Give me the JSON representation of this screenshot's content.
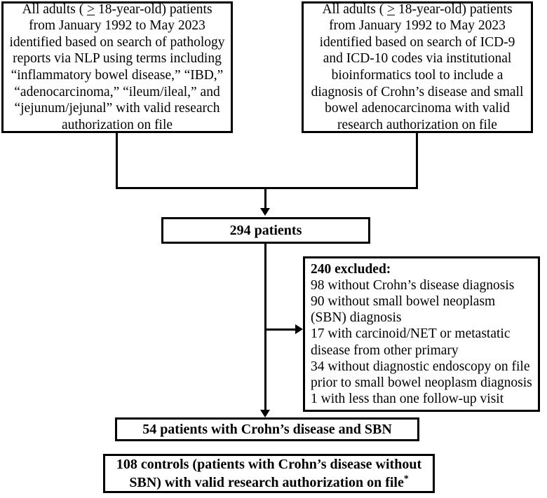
{
  "figure": {
    "type": "flowchart",
    "title": "Patient selection flow diagram",
    "accent_color": "#000000",
    "background_color": "#ffffff"
  },
  "nodes": {
    "source_pathology": {
      "id": "source-pathology-box",
      "lines": [
        "All adults ( ≥ 18-year-old) patients",
        "from January 1992 to May 2023",
        "identified based on search of pathology",
        "reports via NLP using terms including",
        "“inflammatory bowel disease,” “IBD,”",
        "“adenocarcinoma,” “ileum/ileal,” and",
        "“jejunum/jejunal” with valid research",
        "authorization on file"
      ]
    },
    "source_icd": {
      "id": "source-icd-box",
      "lines": [
        "All adults ( ≥ 18-year-old) patients",
        "from January 1992 to May 2023",
        "identified based on search of ICD-9",
        "and ICD-10 codes via institutional",
        "bioinformatics tool to include a",
        "diagnosis of Crohn’s disease and small",
        "bowel adenocarcinoma with valid",
        "research authorization on file"
      ]
    },
    "total": {
      "id": "total-patients-box",
      "label": "294 patients",
      "count": 294
    },
    "excluded": {
      "id": "excluded-box",
      "heading": "240 excluded:",
      "count": 240,
      "reasons": [
        {
          "n": 98,
          "text": "98 without Crohn’s disease diagnosis"
        },
        {
          "n": 90,
          "text": "90 without small bowel neoplasm (SBN) diagnosis"
        },
        {
          "n": 17,
          "text": "17 with carcinoid/NET or metastatic disease from other primary"
        },
        {
          "n": 34,
          "text": "34 without diagnostic endoscopy on file prior to small bowel neoplasm diagnosis"
        },
        {
          "n": 1,
          "text": "1 with less than one follow-up visit"
        }
      ]
    },
    "cases": {
      "id": "cases-box",
      "label": "54 patients with Crohn’s disease and SBN",
      "count": 54
    },
    "controls": {
      "id": "controls-box",
      "line1": "108 controls (patients with Crohn’s disease without",
      "line2": "SBN) with valid research authorization on file",
      "footnote_marker": "*",
      "count": 108
    }
  },
  "connectors": [
    {
      "name": "pathology-to-merge",
      "kind": "elbow"
    },
    {
      "name": "icd-to-merge",
      "kind": "elbow"
    },
    {
      "name": "merge-to-total",
      "kind": "arrow-down"
    },
    {
      "name": "total-to-excluded",
      "kind": "arrow-right"
    },
    {
      "name": "total-to-cases",
      "kind": "arrow-down"
    }
  ]
}
